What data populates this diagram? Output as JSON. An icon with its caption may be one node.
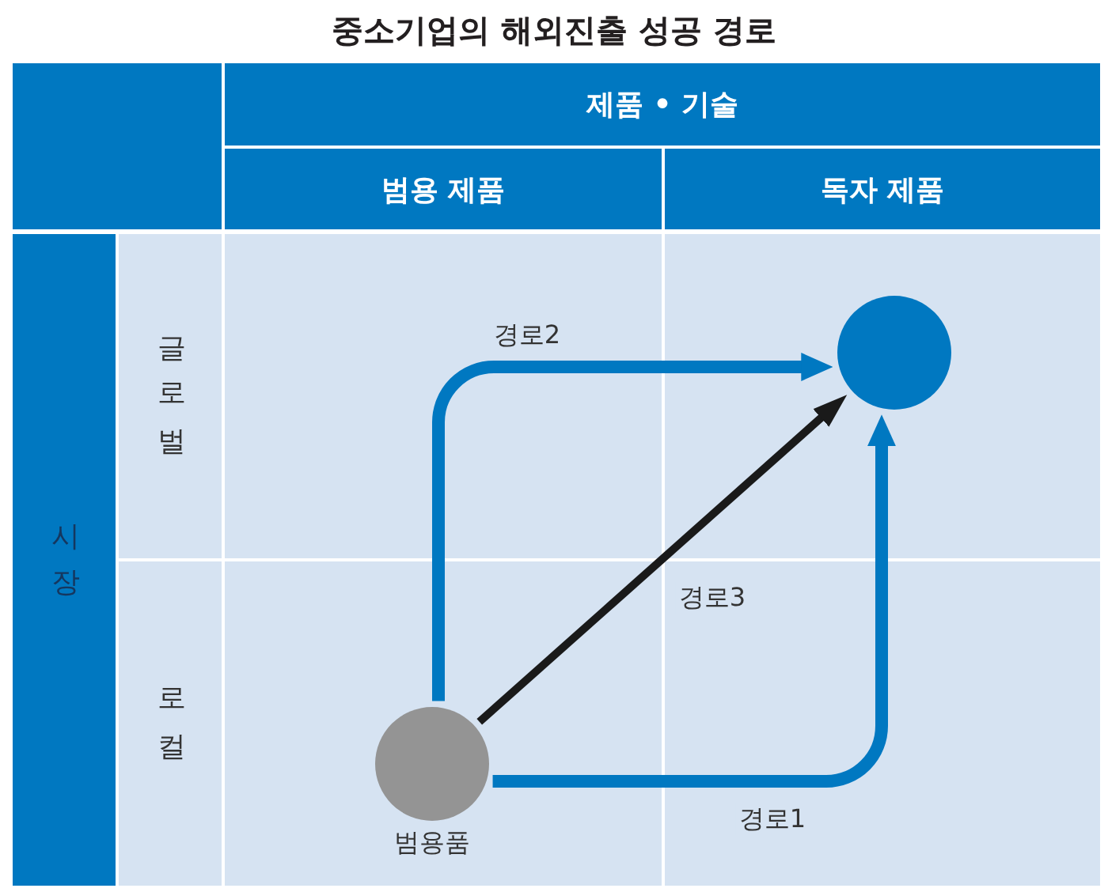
{
  "diagram": {
    "title": "중소기업의 해외진출 성공 경로",
    "nodes": [
      {
        "text": [],
        "shape": "box"
      },
      {
        "text": [
          "제품 • 기술"
        ]
      },
      {
        "text": [
          "범용 제품"
        ]
      },
      {
        "text": [
          "독자 제품"
        ]
      },
      {
        "text": [
          "시장"
        ]
      },
      {
        "text": [
          "글로벌"
        ]
      },
      {
        "text": [
          "로컬"
        ]
      },
      {
        "text": [],
        "shape": "circle"
      },
      {
        "text": [],
        "shape": "circle",
        "beside": [
          "범용품"
        ]
      }
    ],
    "edges": [
      {
        "from": 8,
        "to": 7,
        "arrow": "to",
        "label": "경로1"
      },
      {
        "from": 8,
        "to": 7,
        "arrow": "to",
        "label": "경로2"
      },
      {
        "from": 8,
        "to": 7,
        "arrow": "to",
        "label": "경로3",
        "color": "#1a1a1a"
      }
    ]
  }
}
